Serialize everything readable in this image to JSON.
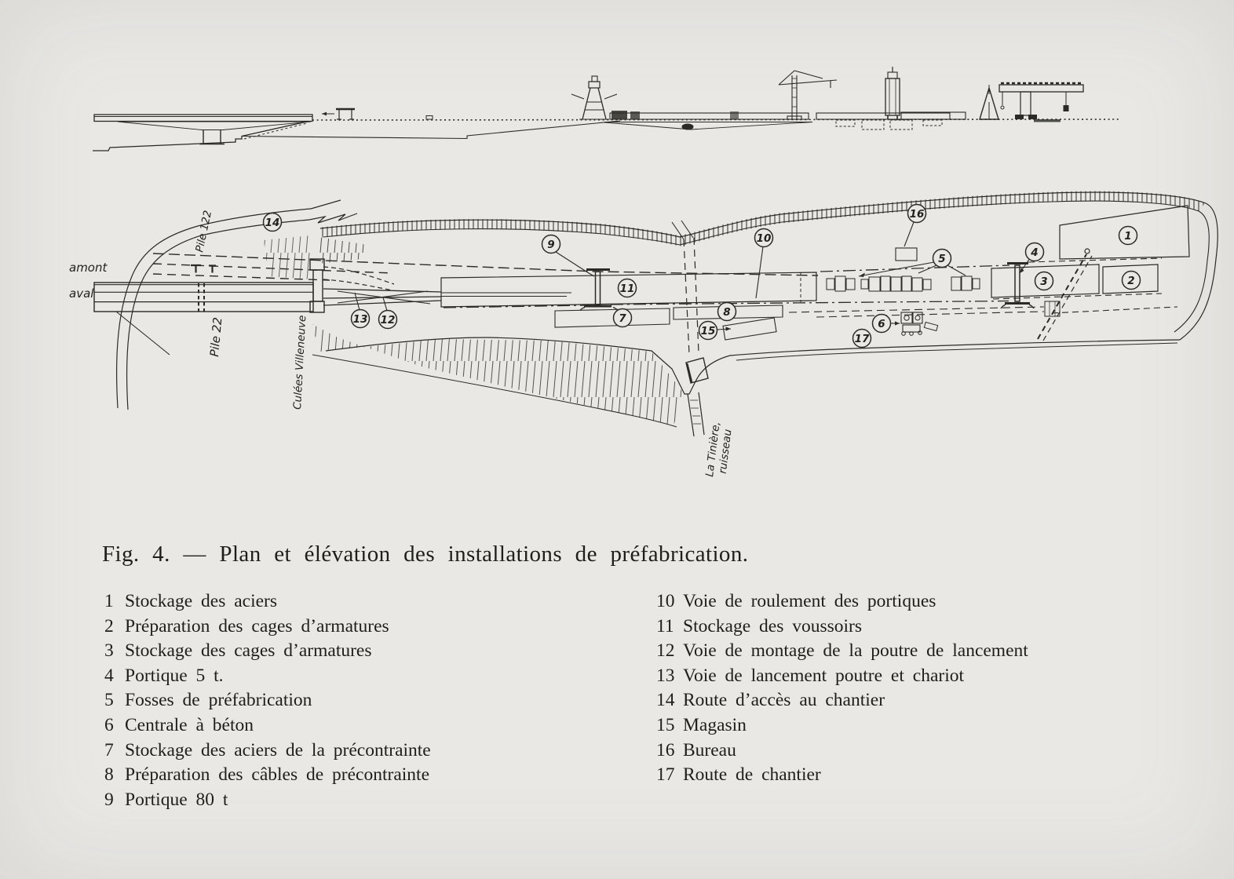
{
  "figure": {
    "caption": "Fig. 4. — Plan et élévation des installations de préfabrication.",
    "plan_labels": {
      "amont": "amont",
      "aval": "aval",
      "pile_122": "Pile 122",
      "pile_22": "Pile 22",
      "culees": "Culées Villeneuve",
      "stream_1": "La Tinière,",
      "stream_2": "ruisseau"
    },
    "markers": [
      "1",
      "2",
      "3",
      "4",
      "5",
      "6",
      "7",
      "8",
      "9",
      "10",
      "11",
      "12",
      "13",
      "14",
      "15",
      "16",
      "17"
    ],
    "legend": {
      "left": [
        {
          "num": "1",
          "label": "Stockage des aciers"
        },
        {
          "num": "2",
          "label": "Préparation des cages d’armatures"
        },
        {
          "num": "3",
          "label": "Stockage des cages d’armatures"
        },
        {
          "num": "4",
          "label": "Portique 5 t."
        },
        {
          "num": "5",
          "label": "Fosses de préfabrication"
        },
        {
          "num": "6",
          "label": "Centrale à béton"
        },
        {
          "num": "7",
          "label": "Stockage des aciers de la précontrainte"
        },
        {
          "num": "8",
          "label": "Préparation des câbles de précontrainte"
        },
        {
          "num": "9",
          "label": "Portique 80 t"
        }
      ],
      "right": [
        {
          "num": "10",
          "label": "Voie de roulement des portiques"
        },
        {
          "num": "11",
          "label": "Stockage des voussoirs"
        },
        {
          "num": "12",
          "label": "Voie de montage de la poutre de lancement"
        },
        {
          "num": "13",
          "label": "Voie de lancement poutre et chariot"
        },
        {
          "num": "14",
          "label": "Route d’accès au chantier"
        },
        {
          "num": "15",
          "label": "Magasin"
        },
        {
          "num": "16",
          "label": "Bureau"
        },
        {
          "num": "17",
          "label": "Route de chantier"
        }
      ]
    }
  },
  "colors": {
    "paper": "#e9e8e5",
    "ink": "#2b2a26"
  }
}
